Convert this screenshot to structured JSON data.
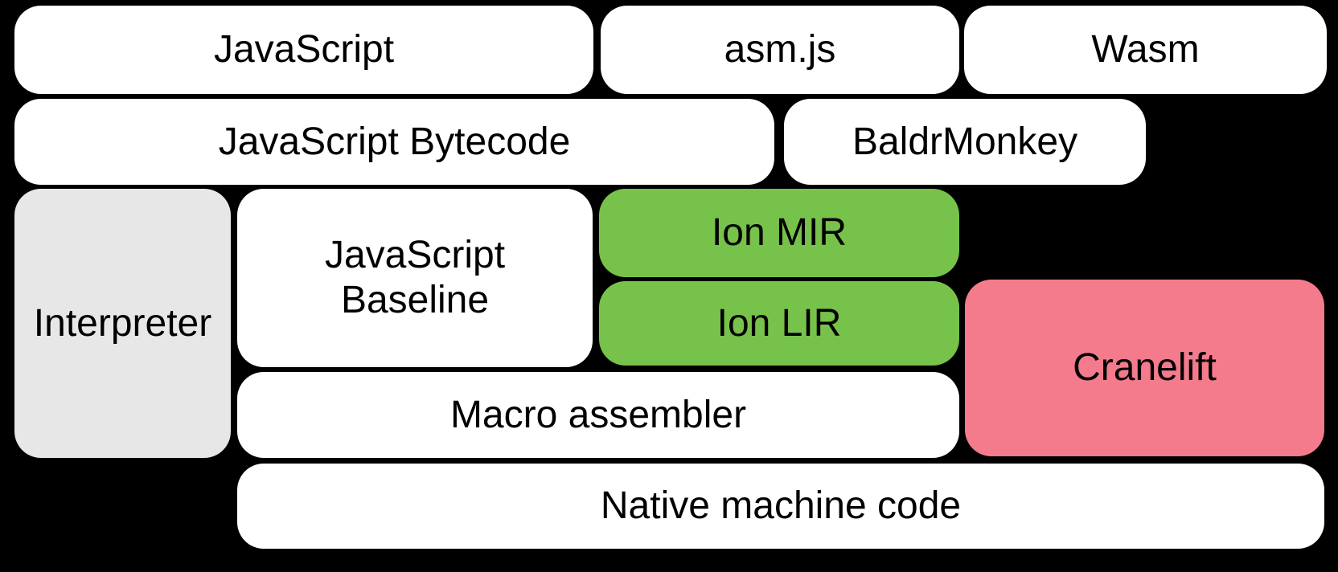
{
  "colors": {
    "background": "#000000",
    "text": "#000000",
    "box_white": "#ffffff",
    "box_gray": "#e7e7e7",
    "box_green": "#77c24a",
    "box_pink": "#f37b8c"
  },
  "boxes": [
    {
      "name": "javascript",
      "label": "JavaScript",
      "fill": "#ffffff"
    },
    {
      "name": "asmjs",
      "label": "asm.js",
      "fill": "#ffffff"
    },
    {
      "name": "wasm",
      "label": "Wasm",
      "fill": "#ffffff"
    },
    {
      "name": "javascript-bytecode",
      "label": "JavaScript Bytecode",
      "fill": "#ffffff"
    },
    {
      "name": "baldrmonkey",
      "label": "BaldrMonkey",
      "fill": "#ffffff"
    },
    {
      "name": "interpreter",
      "label": "Interpreter",
      "fill": "#e7e7e7"
    },
    {
      "name": "javascript-baseline",
      "label": "JavaScript\nBaseline",
      "fill": "#ffffff"
    },
    {
      "name": "ion-mir",
      "label": "Ion MIR",
      "fill": "#77c24a"
    },
    {
      "name": "ion-lir",
      "label": "Ion LIR",
      "fill": "#77c24a"
    },
    {
      "name": "cranelift",
      "label": "Cranelift",
      "fill": "#f37b8c"
    },
    {
      "name": "macro-assembler",
      "label": "Macro assembler",
      "fill": "#ffffff"
    },
    {
      "name": "native-machine-code",
      "label": "Native machine code",
      "fill": "#ffffff"
    }
  ]
}
